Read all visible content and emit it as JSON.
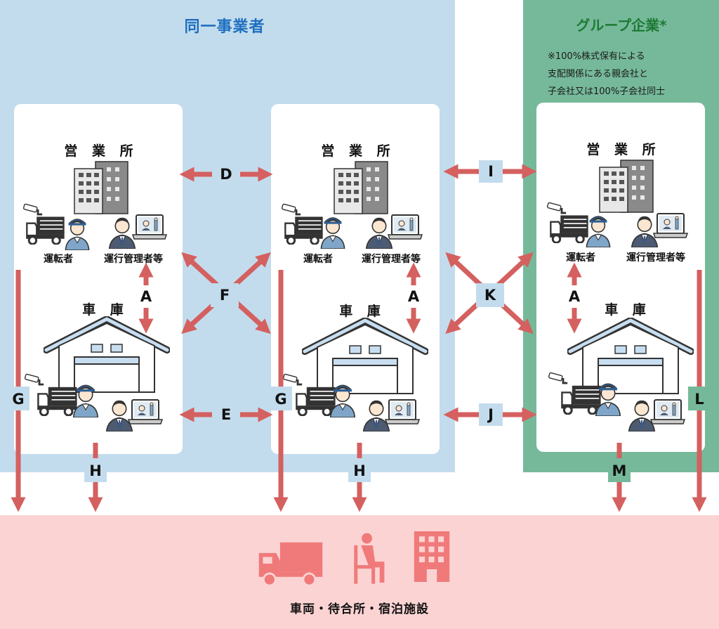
{
  "regions": {
    "same_company_title": "同一事業者",
    "group_title": "グループ企業*",
    "group_note": [
      "※100%株式保有による",
      "支配関係にある親会社と",
      "子会社又は100%子会社同士"
    ]
  },
  "card_labels": {
    "office": "営 業 所",
    "garage": "車 庫",
    "driver": "運転者",
    "manager": "運行管理者等"
  },
  "arrow_letters": {
    "A": "A",
    "D": "D",
    "E": "E",
    "F": "F",
    "G": "G",
    "H": "H",
    "I": "I",
    "J": "J",
    "K": "K",
    "L": "L",
    "M": "M"
  },
  "destination": {
    "label": "車両・待合所・宿泊施設",
    "icons": [
      "truck-icon",
      "seated-person-icon",
      "building-icon"
    ]
  },
  "colors": {
    "blue_region": "#c3dced",
    "green_region": "#76b99a",
    "pink_region": "#fcd3d3",
    "arrow": "#d4605f",
    "destination_icon": "#f07a7a",
    "title_blue": "#1f6fc0",
    "title_green": "#1d7a33"
  }
}
